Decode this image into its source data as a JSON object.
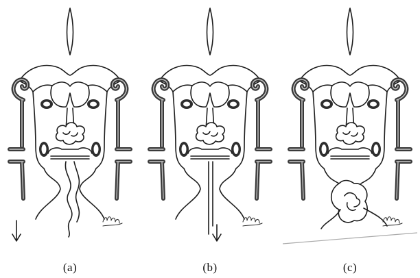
{
  "figure": {
    "panels": [
      {
        "id": "a",
        "caption": "(a)",
        "variant": "tract"
      },
      {
        "id": "b",
        "caption": "(b)",
        "variant": "tube"
      },
      {
        "id": "c",
        "caption": "(c)",
        "variant": "cyst"
      }
    ],
    "colors": {
      "ink": "#1c1c1c",
      "vessel_wall": "#3a3a3a",
      "background": "#ffffff"
    }
  }
}
